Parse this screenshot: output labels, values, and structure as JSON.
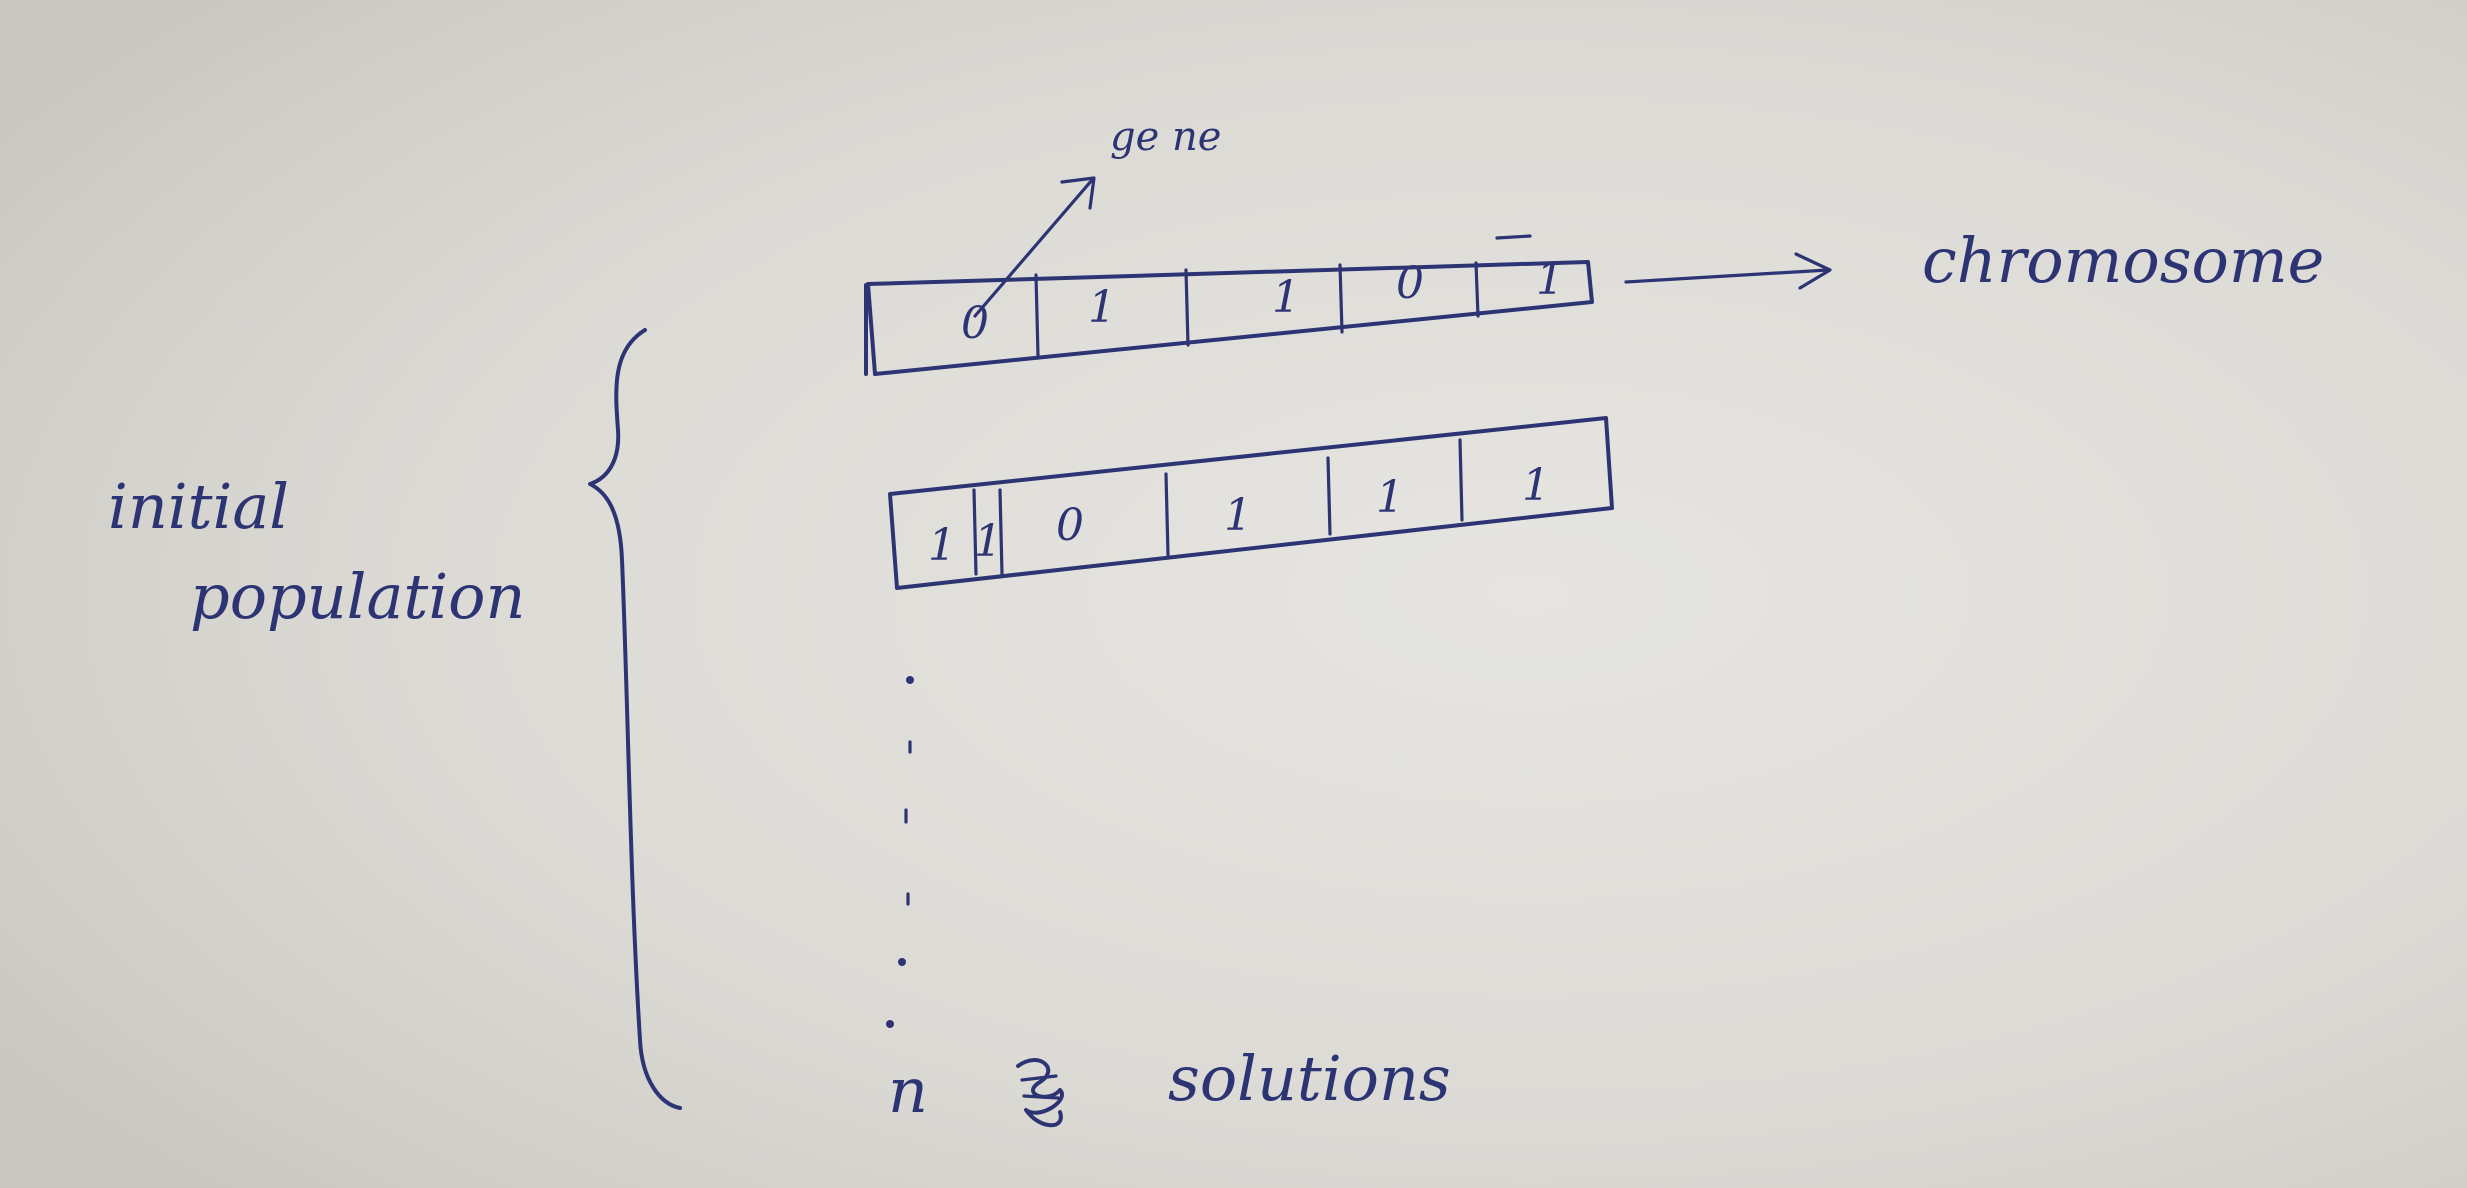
{
  "labels": {
    "gene": "ge ne",
    "chromosome": "chromosome",
    "initial": "initial",
    "population": "population",
    "n": "n",
    "solutions": "solutions"
  },
  "chromosomes": [
    {
      "bits": [
        "0",
        "1",
        "1",
        "0",
        "1"
      ]
    },
    {
      "bits": [
        "1",
        "1",
        "0",
        "1",
        "1",
        "1"
      ]
    }
  ],
  "colors": {
    "ink": "#2d3473",
    "paper": "#dddcd7"
  }
}
